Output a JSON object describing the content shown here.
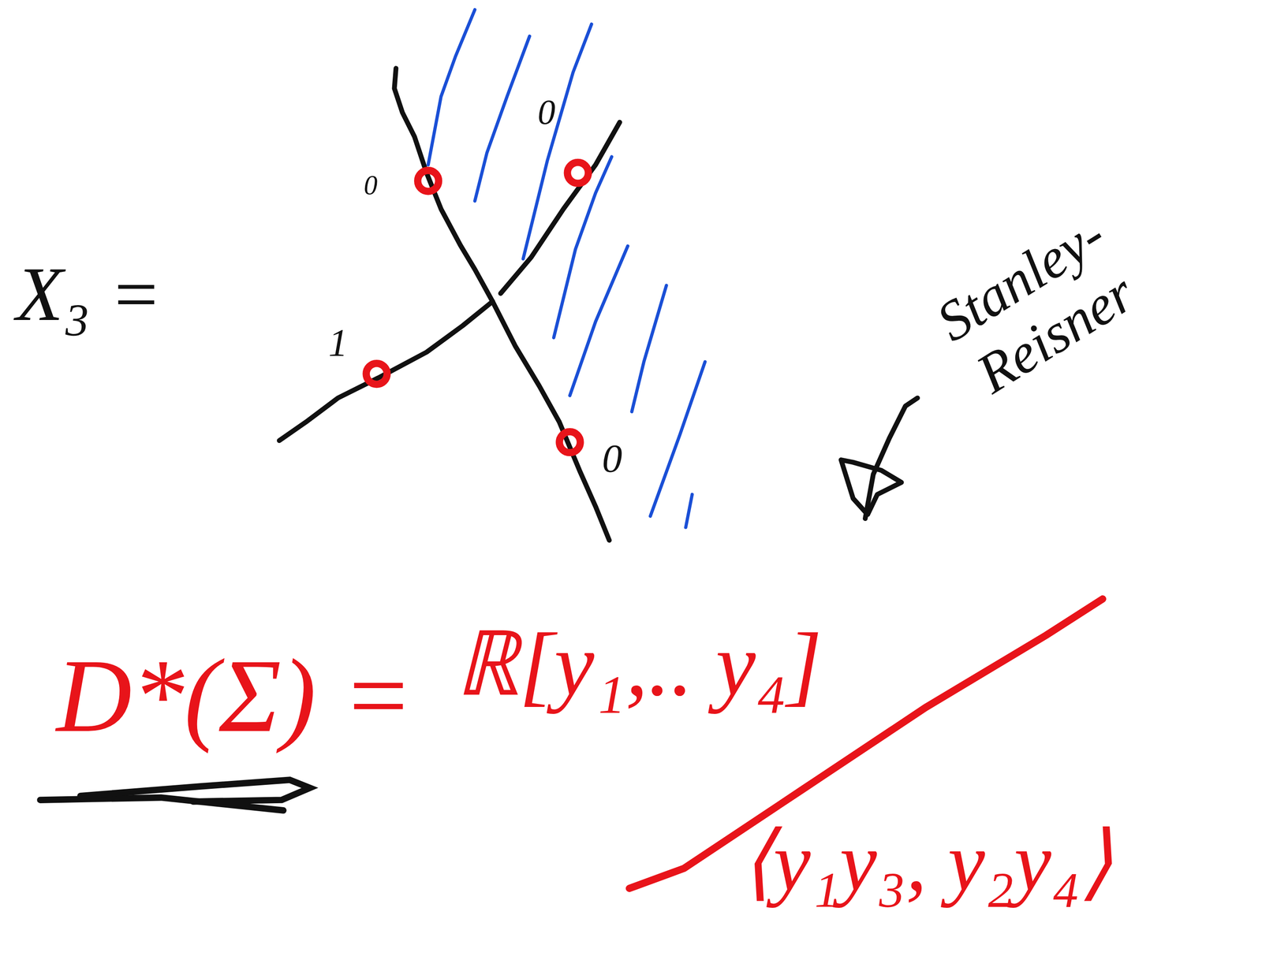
{
  "diagram": {
    "labels": [
      "X₃ =",
      "0",
      "0",
      "1",
      "0",
      "Stanley-Reisner",
      "D*(Σ) =",
      "ℝ[y₁,.. y₄]",
      "⟨y₁y₃, y₂y₄⟩"
    ]
  }
}
